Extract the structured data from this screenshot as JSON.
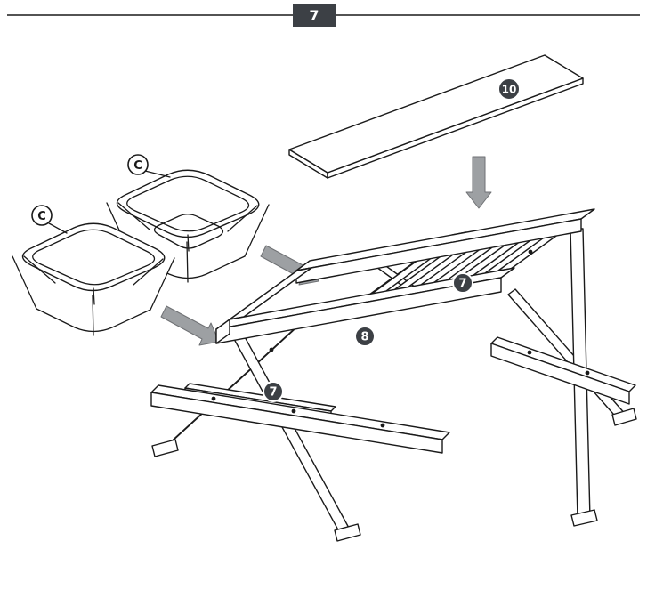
{
  "header": {
    "step_number": "7"
  },
  "parts": {
    "board_label": "10",
    "bin_front_label": "C",
    "bin_back_label": "C"
  },
  "callouts": {
    "table_center_support": "7",
    "front_rail": "8",
    "leg_assembly": "7"
  },
  "colors": {
    "ink": "#1a1a1a",
    "badge_bg": "#3c4045",
    "badge_text": "#ffffff",
    "arrow_fill": "#9da0a3",
    "arrow_stroke": "#6f7174"
  },
  "icons": {
    "direction_arrows": "block-arrow-icon"
  }
}
